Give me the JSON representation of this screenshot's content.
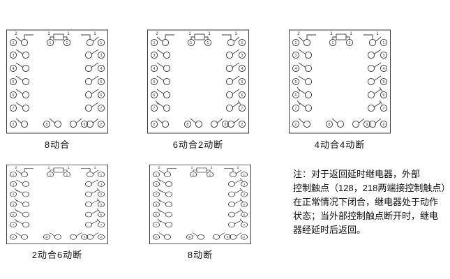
{
  "socket": {
    "top_labels": [
      "2",
      "1",
      "1",
      "1"
    ],
    "top_left_pin": "1",
    "top_right_pin": "1",
    "coil_pins": [
      "1",
      "1"
    ],
    "left_pins": [
      "3",
      "4",
      "5",
      "6",
      "7"
    ],
    "right_pins": [
      "3",
      "4",
      "5",
      "6",
      "7"
    ],
    "bottom_pins": [
      "2",
      "8",
      "9",
      "2"
    ]
  },
  "diagrams": [
    {
      "label": "8动合",
      "left_contacts": [
        "no",
        "no",
        "no",
        "no",
        "no"
      ],
      "right_contacts": [
        "no",
        "no",
        "no",
        "no",
        "no"
      ]
    },
    {
      "label": "6动合2动断",
      "left_contacts": [
        "no",
        "no",
        "no",
        "no",
        "nc"
      ],
      "right_contacts": [
        "no",
        "no",
        "no",
        "no",
        "nc"
      ]
    },
    {
      "label": "4动合4动断",
      "left_contacts": [
        "no",
        "no",
        "no",
        "nc",
        "nc"
      ],
      "right_contacts": [
        "no",
        "no",
        "no",
        "nc",
        "nc"
      ]
    },
    {
      "label": "2动合6动断",
      "left_contacts": [
        "no",
        "nc",
        "nc",
        "nc",
        "nc"
      ],
      "right_contacts": [
        "no",
        "nc",
        "nc",
        "nc",
        "nc"
      ]
    },
    {
      "label": "8动断",
      "left_contacts": [
        "nc",
        "nc",
        "nc",
        "nc",
        "nc"
      ],
      "right_contacts": [
        "nc",
        "nc",
        "nc",
        "nc",
        "nc"
      ]
    }
  ],
  "note": {
    "lines": [
      "注：对于返回延时继电器，外部",
      "控制触点（128，218两端接控制触点）",
      "在正常情况下闭合，继电器处于动作",
      "状态；当外部控制触点断开时，继电",
      "器经延时后返回。"
    ]
  },
  "colors": {
    "line": "#3a3a3a",
    "text": "#222222"
  }
}
